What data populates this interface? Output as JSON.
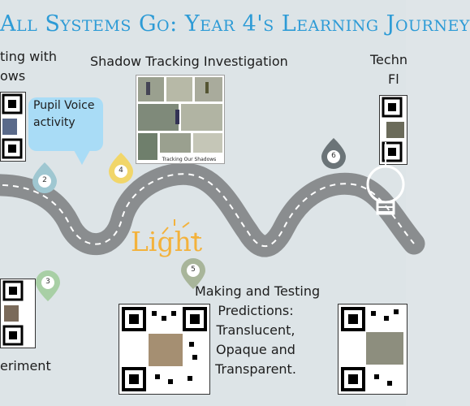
{
  "title": "All Systems Go: Year 4's Learning Journey",
  "labels": {
    "top_left_line1": "ting with",
    "top_left_line2": "ows",
    "shadow_tracking": "Shadow Tracking Investigation",
    "top_right_line1": "Techn",
    "top_right_line2": "Fl",
    "pupil_voice_line1": "Pupil Voice",
    "pupil_voice_line2": "activity",
    "photo_caption": "Tracking Our Shadows",
    "light": "Light",
    "bottom_left": "eriment",
    "predictions_line1": "Making and Testing",
    "predictions_line2": "Predictions:",
    "predictions_line3": "Translucent,",
    "predictions_line4": "Opaque and",
    "predictions_line5": "Transparent."
  },
  "pins": [
    {
      "number": "2",
      "color": "#9fc7d1"
    },
    {
      "number": "3",
      "color": "#a8cfa5"
    },
    {
      "number": "4",
      "color": "#f1d66a"
    },
    {
      "number": "5",
      "color": "#a8b59a"
    },
    {
      "number": "6",
      "color": "#6b7478"
    }
  ],
  "colors": {
    "title": "#2d9bd6",
    "road": "#8a8d8f",
    "road_dash": "#ffffff",
    "light_word": "#f3b23c",
    "bubble": "#a9dcf6",
    "background": "#dde4e7"
  },
  "icons": [
    "qr-code-icon",
    "map-pin-icon",
    "light-bulb-icon"
  ]
}
